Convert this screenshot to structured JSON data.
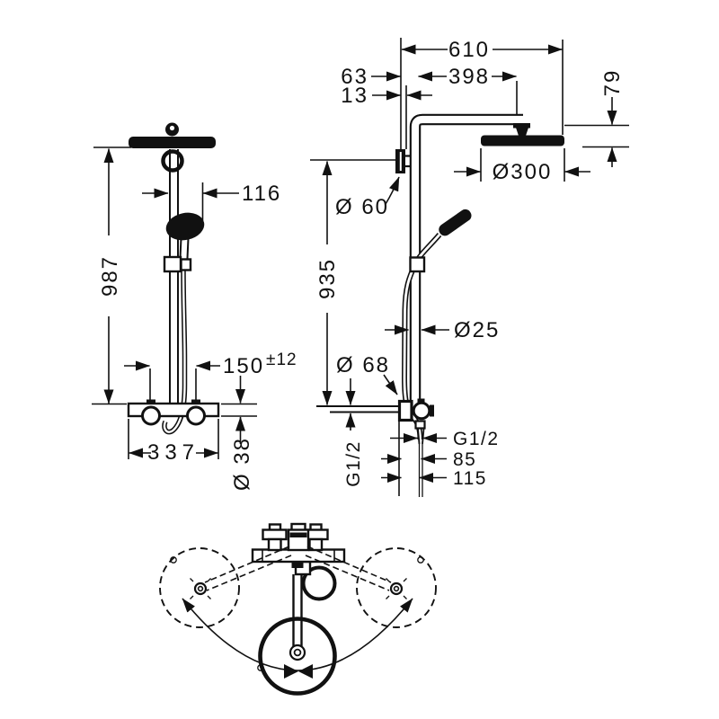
{
  "drawing": {
    "side_view": {
      "total_height": "987",
      "hand_shower_offset": "116",
      "connection_spacing": "150",
      "connection_tolerance": "±12",
      "mixer_width": "337",
      "mixer_diameter": "Ø 38"
    },
    "front_view": {
      "total_reach": "610",
      "wall_to_riser": "63",
      "arm_length": "398",
      "wall_offset": "13",
      "head_drop": "79",
      "head_diameter": "Ø300",
      "bracket_diameter": "Ø 60",
      "riser_height": "935",
      "pipe_diameter": "Ø25",
      "escutcheon_diameter": "Ø 68",
      "supply_thread": "G1/2",
      "hose_thread": "G1/2",
      "hose_projection": "85",
      "outlet_projection": "115"
    }
  }
}
